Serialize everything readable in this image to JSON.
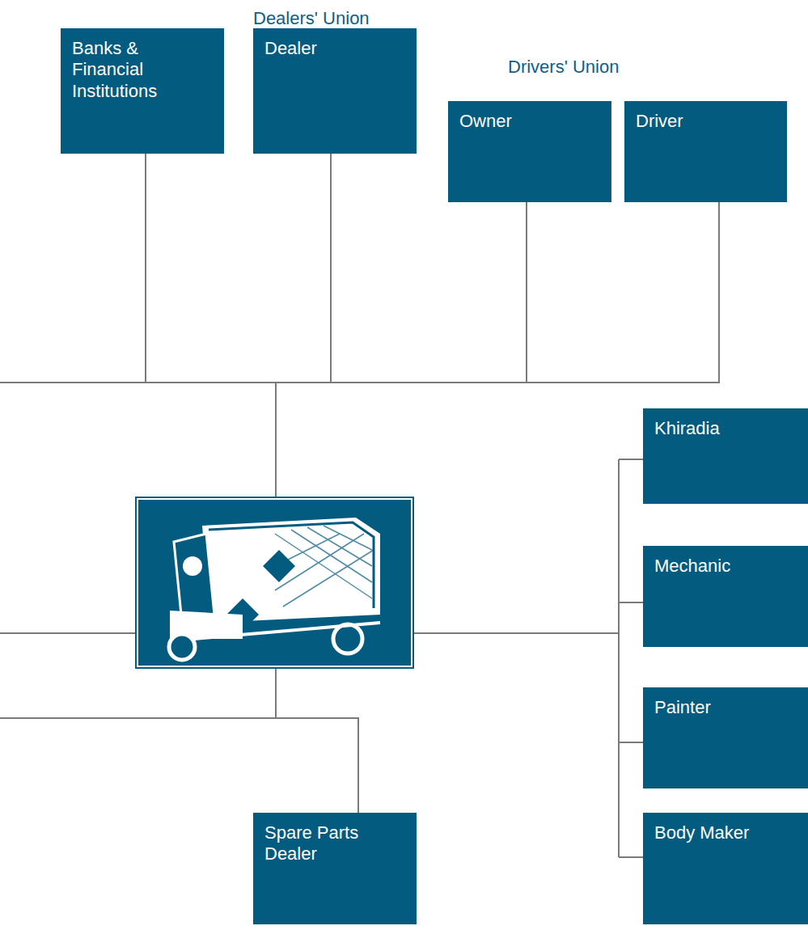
{
  "diagram": {
    "nodes": [
      {
        "text": [
          "Banks & Financial Institutions"
        ]
      },
      {
        "text": [
          "Dealer"
        ]
      },
      {
        "text": [
          "Owner"
        ]
      },
      {
        "text": [
          "Driver"
        ]
      },
      {
        "text": [
          "Khiradia"
        ]
      },
      {
        "text": [
          "Mechanic"
        ]
      },
      {
        "text": [
          "Painter"
        ]
      },
      {
        "text": [
          "Body Maker"
        ]
      },
      {
        "text": [
          "Spare Parts Dealer"
        ]
      }
    ],
    "labels": [
      "Dealers' Union",
      "Drivers' Union"
    ]
  }
}
